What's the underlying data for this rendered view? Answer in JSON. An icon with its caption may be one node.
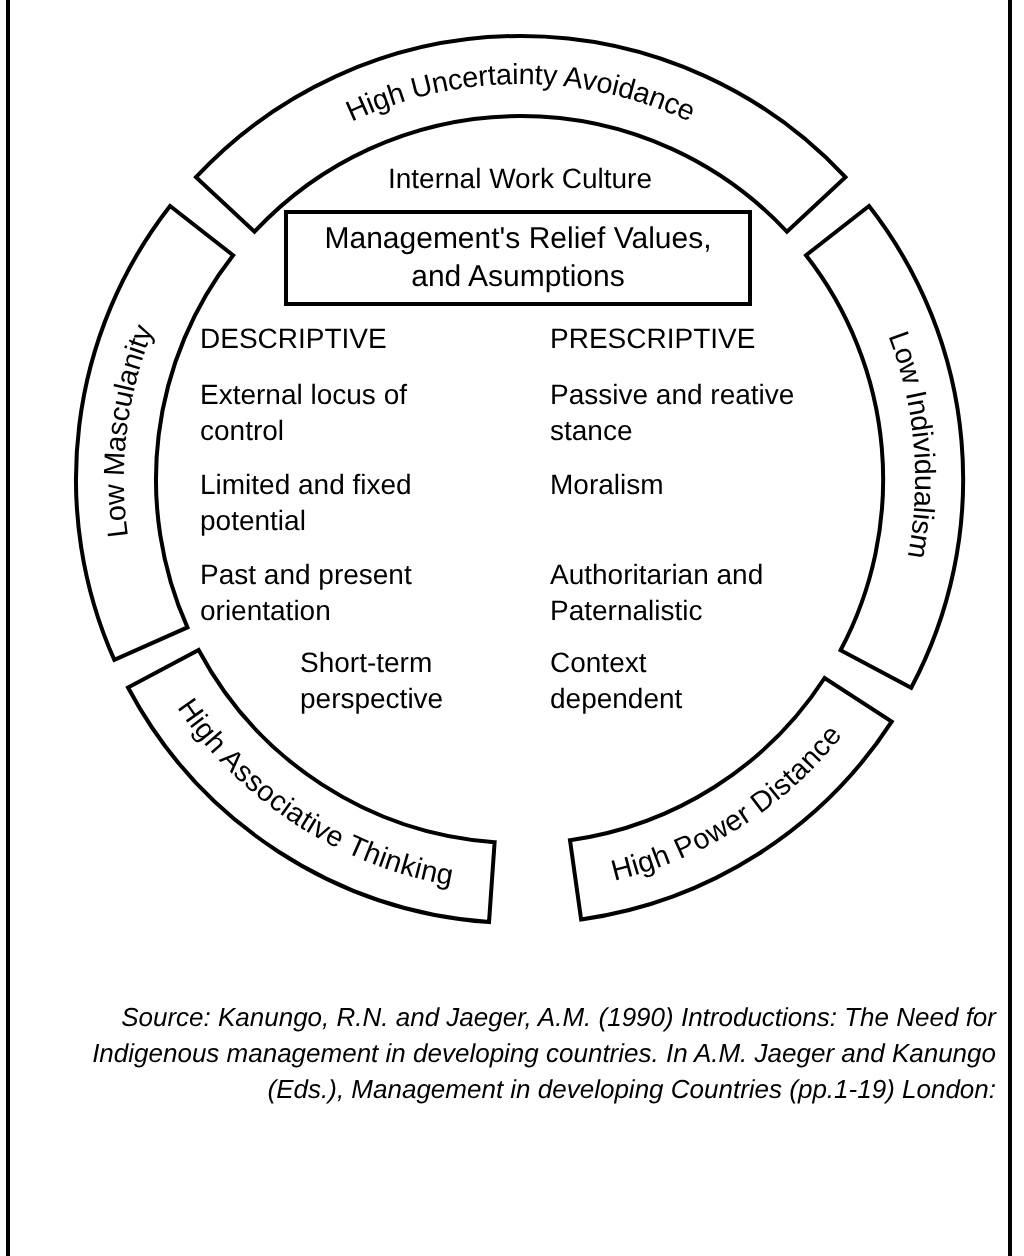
{
  "diagram": {
    "caption": "Source: Kanungo, R.N. and Jaeger, A.M. (1990) Introductions: The Need for Indigenous management in developing countries. In A.M. Jaeger and Kanungo (Eds.), Management in developing Countries (pp.1-19) London:",
    "nodes": [
      {
        "text": [
          "High Uncertainty Avoidance"
        ]
      },
      {
        "text": [
          "Low Masculanity"
        ]
      },
      {
        "text": [
          "Management's Relief Values, and Asumptions"
        ]
      },
      {
        "text": [
          "Low Individualism"
        ]
      },
      {
        "text": [
          "High Associative Thinking"
        ]
      },
      {
        "text": [
          "High Power Distance"
        ]
      }
    ],
    "labels": [
      "Internal Work Culture",
      "DESCRIPTIVE",
      "PRESCRIPTIVE",
      "External locus of control",
      "Passive and reative stance",
      "Limited and fixed potential",
      "Moralism",
      "Past and present orientation",
      "Authoritarian and Paternalistic",
      "Short-term perspective",
      "Context dependent"
    ]
  }
}
